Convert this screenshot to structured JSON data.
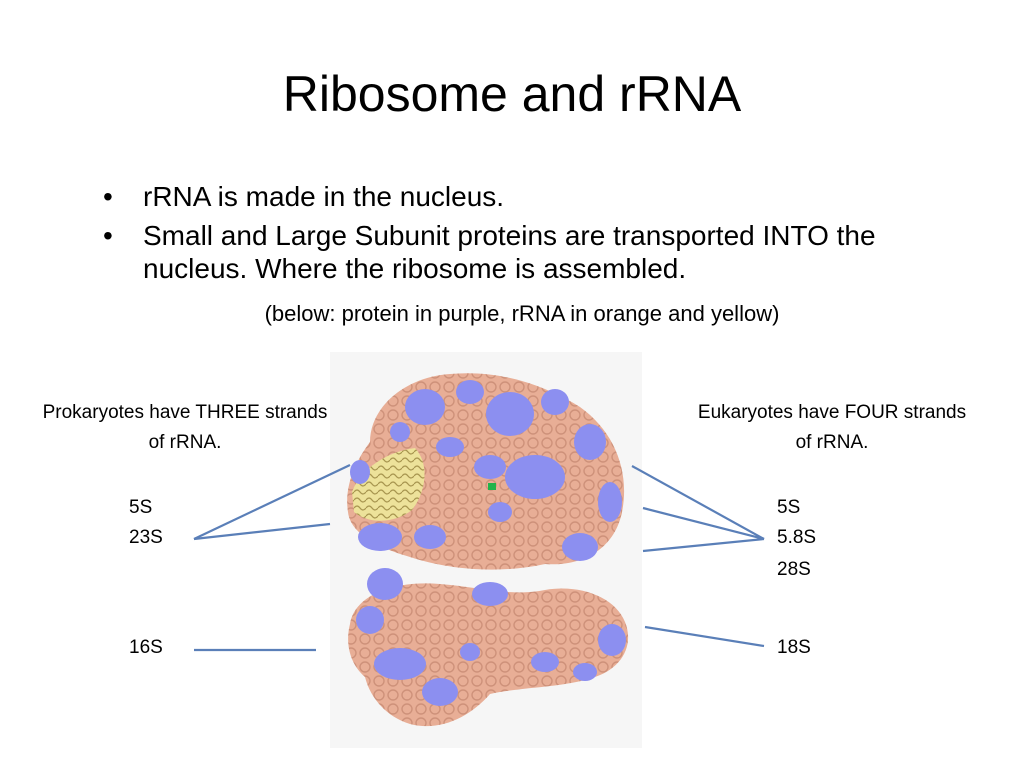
{
  "slide": {
    "title": "Ribosome and rRNA",
    "bullets": [
      {
        "text": "rRNA is made in the nucleus."
      },
      {
        "text": "Small and Large Subunit proteins are transported INTO the nucleus. Where the ribosome is assembled."
      }
    ],
    "bullet_glyph": "•",
    "caption": "(below: protein in purple, rRNA in orange and yellow)"
  },
  "prokaryotes": {
    "description": "Prokaryotes have THREE strands of rRNA.",
    "labels": {
      "s5": "5S",
      "s23": "23S",
      "s16": "16S"
    }
  },
  "eukaryotes": {
    "description": "Eukaryotes have FOUR strands of rRNA.",
    "labels": {
      "s5": "5S",
      "s58": "5.8S",
      "s28": "28S",
      "s18": "18S"
    }
  },
  "colors": {
    "protein": "#8c8ff0",
    "rrna_orange": "#e8ae96",
    "rrna_yellow": "#ede29a",
    "connector": "#5a7fb8"
  }
}
